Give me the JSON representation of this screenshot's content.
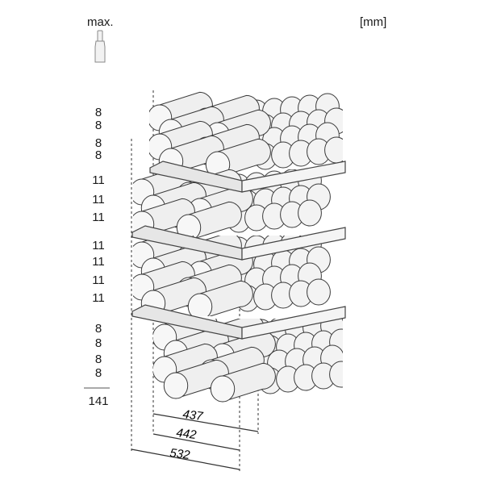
{
  "header": {
    "max_label": "max.",
    "unit_label": "[mm]"
  },
  "rack": {
    "row_counts": [
      "8",
      "8",
      "8",
      "8",
      "11",
      "11",
      "11",
      "11",
      "11",
      "11",
      "11",
      "8",
      "8",
      "8",
      "8"
    ],
    "total_count": "141"
  },
  "dimensions": {
    "depth_1": "437",
    "depth_2": "442",
    "depth_3": "532"
  }
}
